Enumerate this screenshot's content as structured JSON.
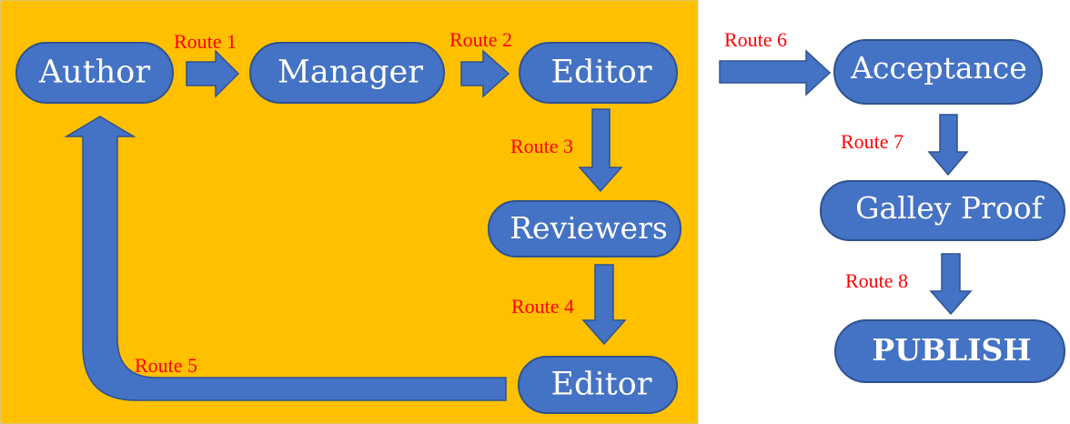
{
  "colors": {
    "panel": "#FFC000",
    "node_fill": "#4472C4",
    "node_stroke": "#2F528F",
    "arrow_fill": "#4472C4",
    "route_text": "#FF0000",
    "node_text": "#FFFFFF"
  },
  "nodes": {
    "author": "Author",
    "manager": "Manager",
    "editor_top": "Editor",
    "reviewers": "Reviewers",
    "editor_bottom": "Editor",
    "acceptance": "Acceptance",
    "galley_proof": "Galley Proof",
    "publish": "PUBLISH"
  },
  "routes": {
    "route1": "Route 1",
    "route2": "Route 2",
    "route3": "Route 3",
    "route4": "Route 4",
    "route5": "Route 5",
    "route6": "Route 6",
    "route7": "Route 7",
    "route8": "Route 8"
  }
}
